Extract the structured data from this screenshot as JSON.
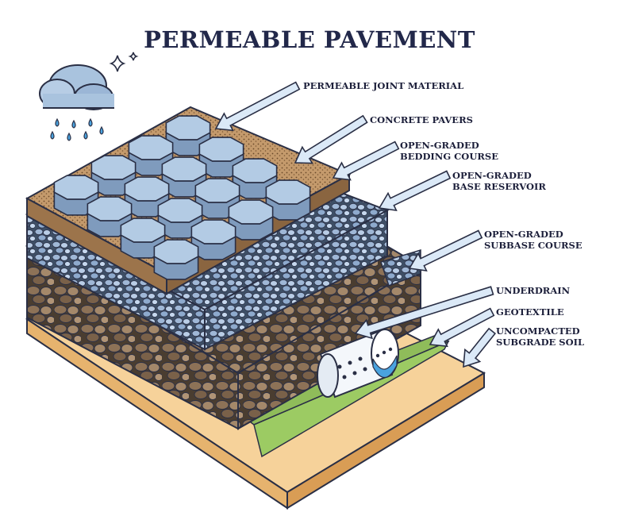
{
  "title": "PERMEABLE PAVEMENT",
  "labels": [
    {
      "id": "joint",
      "lines": [
        "PERMEABLE JOINT MATERIAL"
      ]
    },
    {
      "id": "pavers",
      "lines": [
        "CONCRETE PAVERS"
      ]
    },
    {
      "id": "bedding",
      "lines": [
        "OPEN-GRADED",
        "BEDDING COURSE"
      ]
    },
    {
      "id": "base",
      "lines": [
        "OPEN-GRADED",
        "BASE RESERVOIR"
      ]
    },
    {
      "id": "subbase",
      "lines": [
        "OPEN-GRADED",
        "SUBBASE COURSE"
      ]
    },
    {
      "id": "underdrain",
      "lines": [
        "UNDERDRAIN"
      ]
    },
    {
      "id": "geotextile",
      "lines": [
        "GEOTEXTILE"
      ]
    },
    {
      "id": "subgrade",
      "lines": [
        "UNCOMPACTED",
        "SUBGRADE SOIL"
      ]
    }
  ],
  "colors": {
    "outline": "#2a2f45",
    "paver": "#a9c3de",
    "paver_dark": "#7f9bbd",
    "bedding": "#a0784f",
    "gravel": "#7d98bb",
    "subbase": "#6e5a45",
    "geotextile": "#8fbc5a",
    "soil": "#f2c98a",
    "arrow": "#dbe9f7",
    "water": "#4aa3df"
  },
  "icons": [
    "rain-cloud-icon",
    "sparkle-icon"
  ]
}
